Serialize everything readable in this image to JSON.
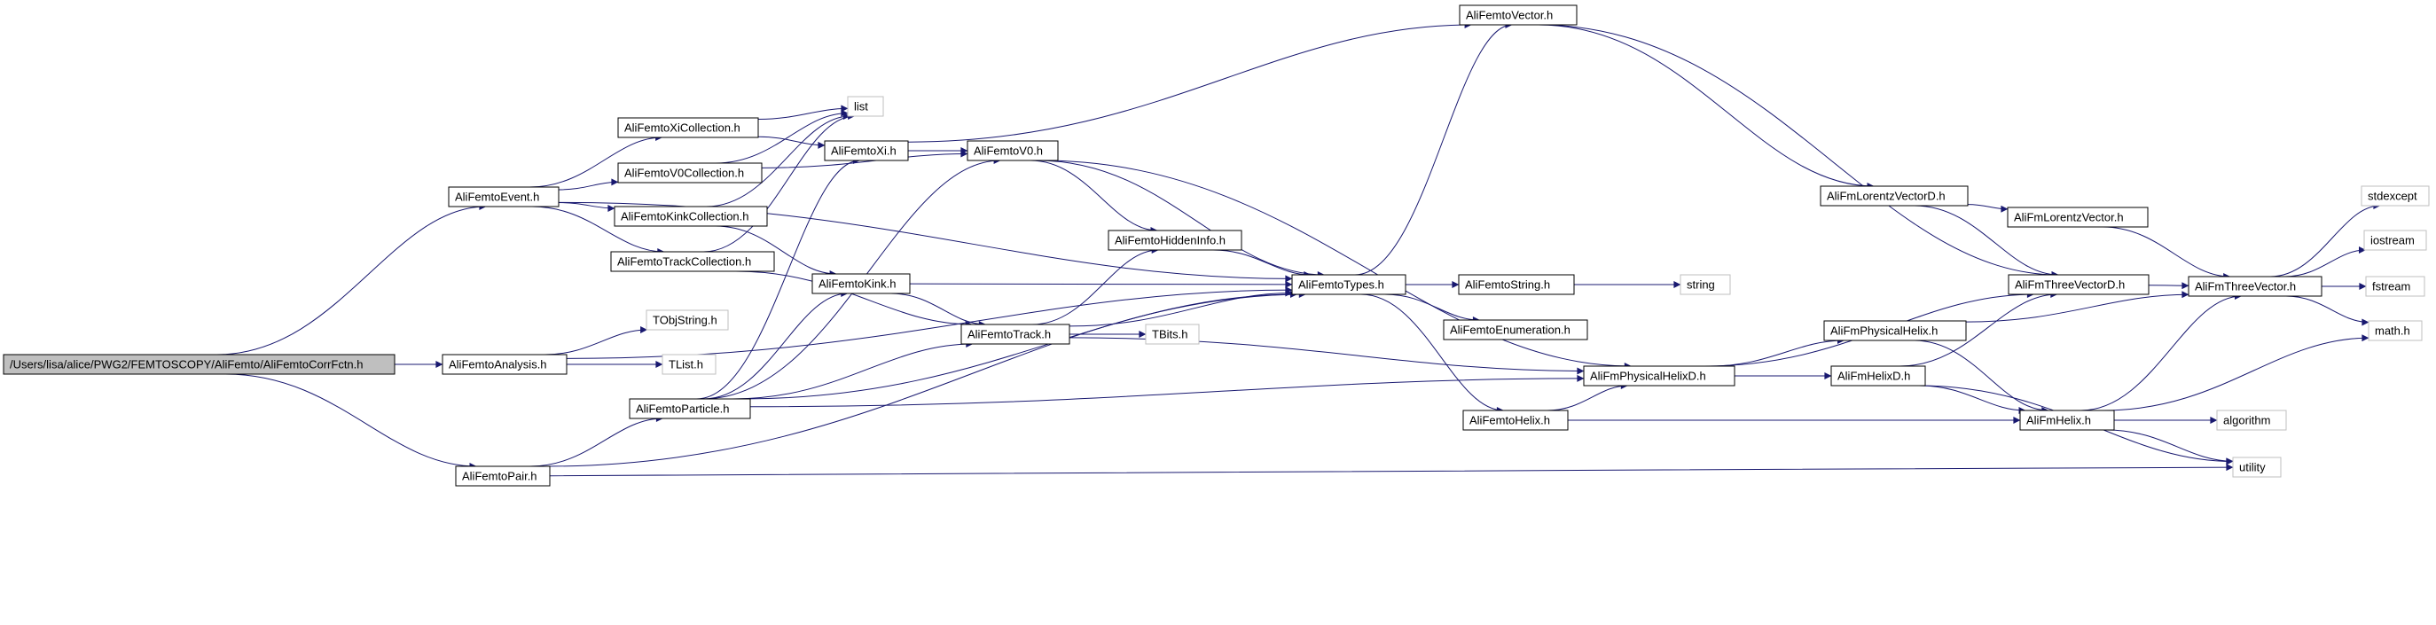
{
  "graph": {
    "colors": {
      "edge": "#191970",
      "node_border": "#000000",
      "root_fill": "#bfbfbf",
      "external_border": "#bfbfbf",
      "node_fill": "#ffffff"
    },
    "nodes": [
      {
        "id": "root",
        "label": "/Users/lisa/alice/PWG2/FEMTOSCOPY/AliFemto/AliFemtoCorrFctn.h",
        "kind": "root"
      },
      {
        "id": "event",
        "label": "AliFemtoEvent.h",
        "kind": "file"
      },
      {
        "id": "analysis",
        "label": "AliFemtoAnalysis.h",
        "kind": "file"
      },
      {
        "id": "pair",
        "label": "AliFemtoPair.h",
        "kind": "file"
      },
      {
        "id": "xicoll",
        "label": "AliFemtoXiCollection.h",
        "kind": "file"
      },
      {
        "id": "v0coll",
        "label": "AliFemtoV0Collection.h",
        "kind": "file"
      },
      {
        "id": "kinkcoll",
        "label": "AliFemtoKinkCollection.h",
        "kind": "file"
      },
      {
        "id": "trackcoll",
        "label": "AliFemtoTrackCollection.h",
        "kind": "file"
      },
      {
        "id": "tobjstring",
        "label": "TObjString.h",
        "kind": "external"
      },
      {
        "id": "tlist",
        "label": "TList.h",
        "kind": "external"
      },
      {
        "id": "particle",
        "label": "AliFemtoParticle.h",
        "kind": "file"
      },
      {
        "id": "list",
        "label": "list",
        "kind": "external"
      },
      {
        "id": "xi",
        "label": "AliFemtoXi.h",
        "kind": "file"
      },
      {
        "id": "v0",
        "label": "AliFemtoV0.h",
        "kind": "file"
      },
      {
        "id": "kink",
        "label": "AliFemtoKink.h",
        "kind": "file"
      },
      {
        "id": "track",
        "label": "AliFemtoTrack.h",
        "kind": "file"
      },
      {
        "id": "tbits",
        "label": "TBits.h",
        "kind": "external"
      },
      {
        "id": "hidden",
        "label": "AliFemtoHiddenInfo.h",
        "kind": "file"
      },
      {
        "id": "vector",
        "label": "AliFemtoVector.h",
        "kind": "file"
      },
      {
        "id": "types",
        "label": "AliFemtoTypes.h",
        "kind": "file"
      },
      {
        "id": "string_h",
        "label": "AliFemtoString.h",
        "kind": "file"
      },
      {
        "id": "string",
        "label": "string",
        "kind": "external"
      },
      {
        "id": "enum",
        "label": "AliFemtoEnumeration.h",
        "kind": "file"
      },
      {
        "id": "femtohelix",
        "label": "AliFemtoHelix.h",
        "kind": "file"
      },
      {
        "id": "physhelixD",
        "label": "AliFmPhysicalHelixD.h",
        "kind": "file"
      },
      {
        "id": "lorentzD",
        "label": "AliFmLorentzVectorD.h",
        "kind": "file"
      },
      {
        "id": "lorentz",
        "label": "AliFmLorentzVector.h",
        "kind": "file"
      },
      {
        "id": "threeD",
        "label": "AliFmThreeVectorD.h",
        "kind": "file"
      },
      {
        "id": "physhelix",
        "label": "AliFmPhysicalHelix.h",
        "kind": "file"
      },
      {
        "id": "helixD",
        "label": "AliFmHelixD.h",
        "kind": "file"
      },
      {
        "id": "helix",
        "label": "AliFmHelix.h",
        "kind": "file"
      },
      {
        "id": "three",
        "label": "AliFmThreeVector.h",
        "kind": "file"
      },
      {
        "id": "stdexcept",
        "label": "stdexcept",
        "kind": "external"
      },
      {
        "id": "iostream",
        "label": "iostream",
        "kind": "external"
      },
      {
        "id": "fstream",
        "label": "fstream",
        "kind": "external"
      },
      {
        "id": "math",
        "label": "math.h",
        "kind": "external"
      },
      {
        "id": "algorithm",
        "label": "algorithm",
        "kind": "external"
      },
      {
        "id": "utility",
        "label": "utility",
        "kind": "external"
      }
    ],
    "edges": [
      [
        "root",
        "event"
      ],
      [
        "root",
        "analysis"
      ],
      [
        "root",
        "pair"
      ],
      [
        "event",
        "xicoll"
      ],
      [
        "event",
        "v0coll"
      ],
      [
        "event",
        "kinkcoll"
      ],
      [
        "event",
        "trackcoll"
      ],
      [
        "event",
        "types"
      ],
      [
        "analysis",
        "tobjstring"
      ],
      [
        "analysis",
        "tlist"
      ],
      [
        "analysis",
        "types"
      ],
      [
        "pair",
        "particle"
      ],
      [
        "pair",
        "types"
      ],
      [
        "pair",
        "utility"
      ],
      [
        "xicoll",
        "list"
      ],
      [
        "xicoll",
        "xi"
      ],
      [
        "v0coll",
        "list"
      ],
      [
        "v0coll",
        "v0"
      ],
      [
        "kinkcoll",
        "list"
      ],
      [
        "kinkcoll",
        "kink"
      ],
      [
        "trackcoll",
        "list"
      ],
      [
        "trackcoll",
        "track"
      ],
      [
        "particle",
        "xi"
      ],
      [
        "particle",
        "v0"
      ],
      [
        "particle",
        "kink"
      ],
      [
        "particle",
        "track"
      ],
      [
        "particle",
        "types"
      ],
      [
        "particle",
        "physhelixD"
      ],
      [
        "xi",
        "v0"
      ],
      [
        "xi",
        "vector"
      ],
      [
        "v0",
        "hidden"
      ],
      [
        "v0",
        "types"
      ],
      [
        "v0",
        "physhelixD"
      ],
      [
        "kink",
        "types"
      ],
      [
        "kink",
        "track"
      ],
      [
        "track",
        "tbits"
      ],
      [
        "track",
        "hidden"
      ],
      [
        "track",
        "types"
      ],
      [
        "track",
        "physhelixD"
      ],
      [
        "hidden",
        "types"
      ],
      [
        "types",
        "vector"
      ],
      [
        "types",
        "string_h"
      ],
      [
        "types",
        "enum"
      ],
      [
        "types",
        "femtohelix"
      ],
      [
        "string_h",
        "string"
      ],
      [
        "vector",
        "lorentzD"
      ],
      [
        "vector",
        "threeD"
      ],
      [
        "femtohelix",
        "physhelixD"
      ],
      [
        "femtohelix",
        "helix"
      ],
      [
        "physhelixD",
        "physhelix"
      ],
      [
        "physhelixD",
        "helixD"
      ],
      [
        "physhelixD",
        "threeD"
      ],
      [
        "lorentzD",
        "lorentz"
      ],
      [
        "lorentzD",
        "threeD"
      ],
      [
        "lorentz",
        "three"
      ],
      [
        "threeD",
        "three"
      ],
      [
        "physhelix",
        "helix"
      ],
      [
        "physhelix",
        "three"
      ],
      [
        "helixD",
        "helix"
      ],
      [
        "helixD",
        "threeD"
      ],
      [
        "helixD",
        "utility"
      ],
      [
        "helix",
        "three"
      ],
      [
        "helix",
        "math"
      ],
      [
        "helix",
        "algorithm"
      ],
      [
        "helix",
        "utility"
      ],
      [
        "three",
        "stdexcept"
      ],
      [
        "three",
        "iostream"
      ],
      [
        "three",
        "fstream"
      ],
      [
        "three",
        "math"
      ]
    ]
  }
}
